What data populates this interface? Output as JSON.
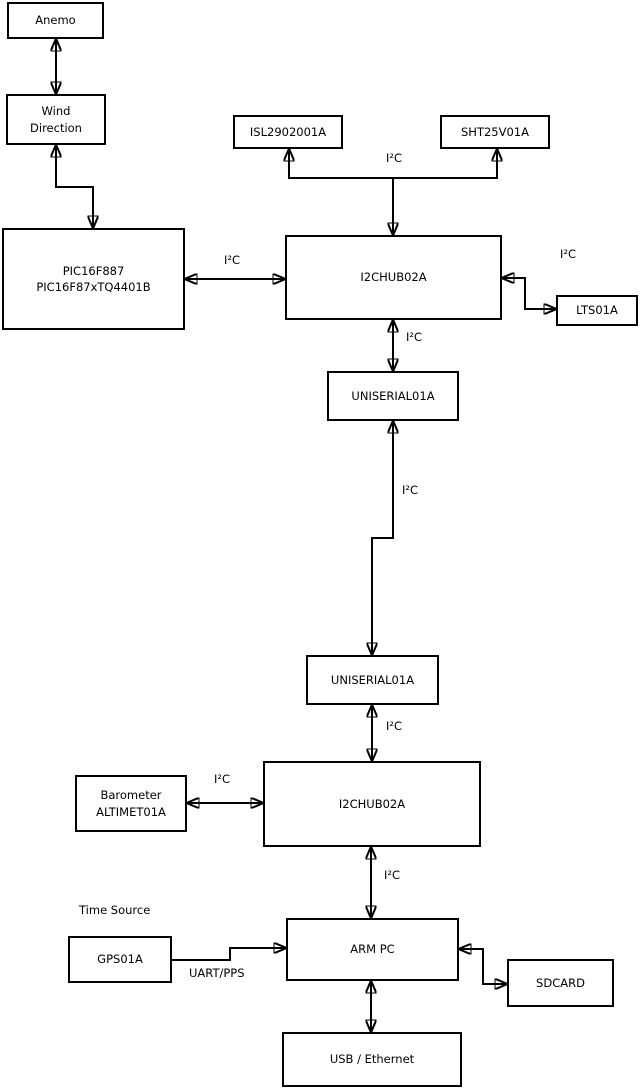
{
  "diagram": {
    "type": "block-diagram",
    "colors": {
      "background": "#ffffff",
      "box_fill": "#ffffff",
      "line": "#000000",
      "text": "#000000"
    },
    "nodes": {
      "anemo": "Anemo",
      "wind_direction": "Wind\nDirection",
      "pic16f887": "PIC16F887\nPIC16F87xTQ4401B",
      "isl2902001a": "ISL2902001A",
      "sht25v01a": "SHT25V01A",
      "i2chub02a_top": "I2CHUB02A",
      "lts01a": "LTS01A",
      "uniserial01a_upper": "UNISERIAL01A",
      "uniserial01a_lower": "UNISERIAL01A",
      "i2chub02a_bottom": "I2CHUB02A",
      "barometer": "Barometer\nALTIMET01A",
      "gps01a": "GPS01A",
      "arm_pc": "ARM PC",
      "sdcard": "SDCARD",
      "usb_ethernet": "USB / Ethernet"
    },
    "connections": [
      {
        "from": "Anemo",
        "to": "Wind Direction",
        "bidirectional": true,
        "label": ""
      },
      {
        "from": "Wind Direction",
        "to": "PIC16F887 PIC16F87xTQ4401B",
        "bidirectional": true,
        "label": ""
      },
      {
        "from": "PIC16F887 PIC16F87xTQ4401B",
        "to": "I2CHUB02A (top)",
        "bidirectional": true,
        "label": "I²C"
      },
      {
        "from": "I2CHUB02A (top)",
        "to": "ISL2902001A + SHT25V01A",
        "bidirectional": true,
        "label": "I²C"
      },
      {
        "from": "I2CHUB02A (top)",
        "to": "LTS01A",
        "bidirectional": true,
        "label": "I²C"
      },
      {
        "from": "I2CHUB02A (top)",
        "to": "UNISERIAL01A (upper)",
        "bidirectional": true,
        "label": "I²C"
      },
      {
        "from": "UNISERIAL01A (upper)",
        "to": "UNISERIAL01A (lower)",
        "bidirectional": true,
        "label": "I²C"
      },
      {
        "from": "UNISERIAL01A (lower)",
        "to": "I2CHUB02A (bottom)",
        "bidirectional": true,
        "label": "I²C"
      },
      {
        "from": "Barometer ALTIMET01A",
        "to": "I2CHUB02A (bottom)",
        "bidirectional": true,
        "label": "I²C"
      },
      {
        "from": "I2CHUB02A (bottom)",
        "to": "ARM PC",
        "bidirectional": true,
        "label": "I²C"
      },
      {
        "from": "GPS01A",
        "to": "ARM PC",
        "bidirectional": false,
        "label": "UART/PPS"
      },
      {
        "from": "ARM PC",
        "to": "SDCARD",
        "bidirectional": true,
        "label": ""
      },
      {
        "from": "ARM PC",
        "to": "USB / Ethernet",
        "bidirectional": true,
        "label": ""
      }
    ],
    "annotations": {
      "time_source": "Time Source"
    }
  }
}
